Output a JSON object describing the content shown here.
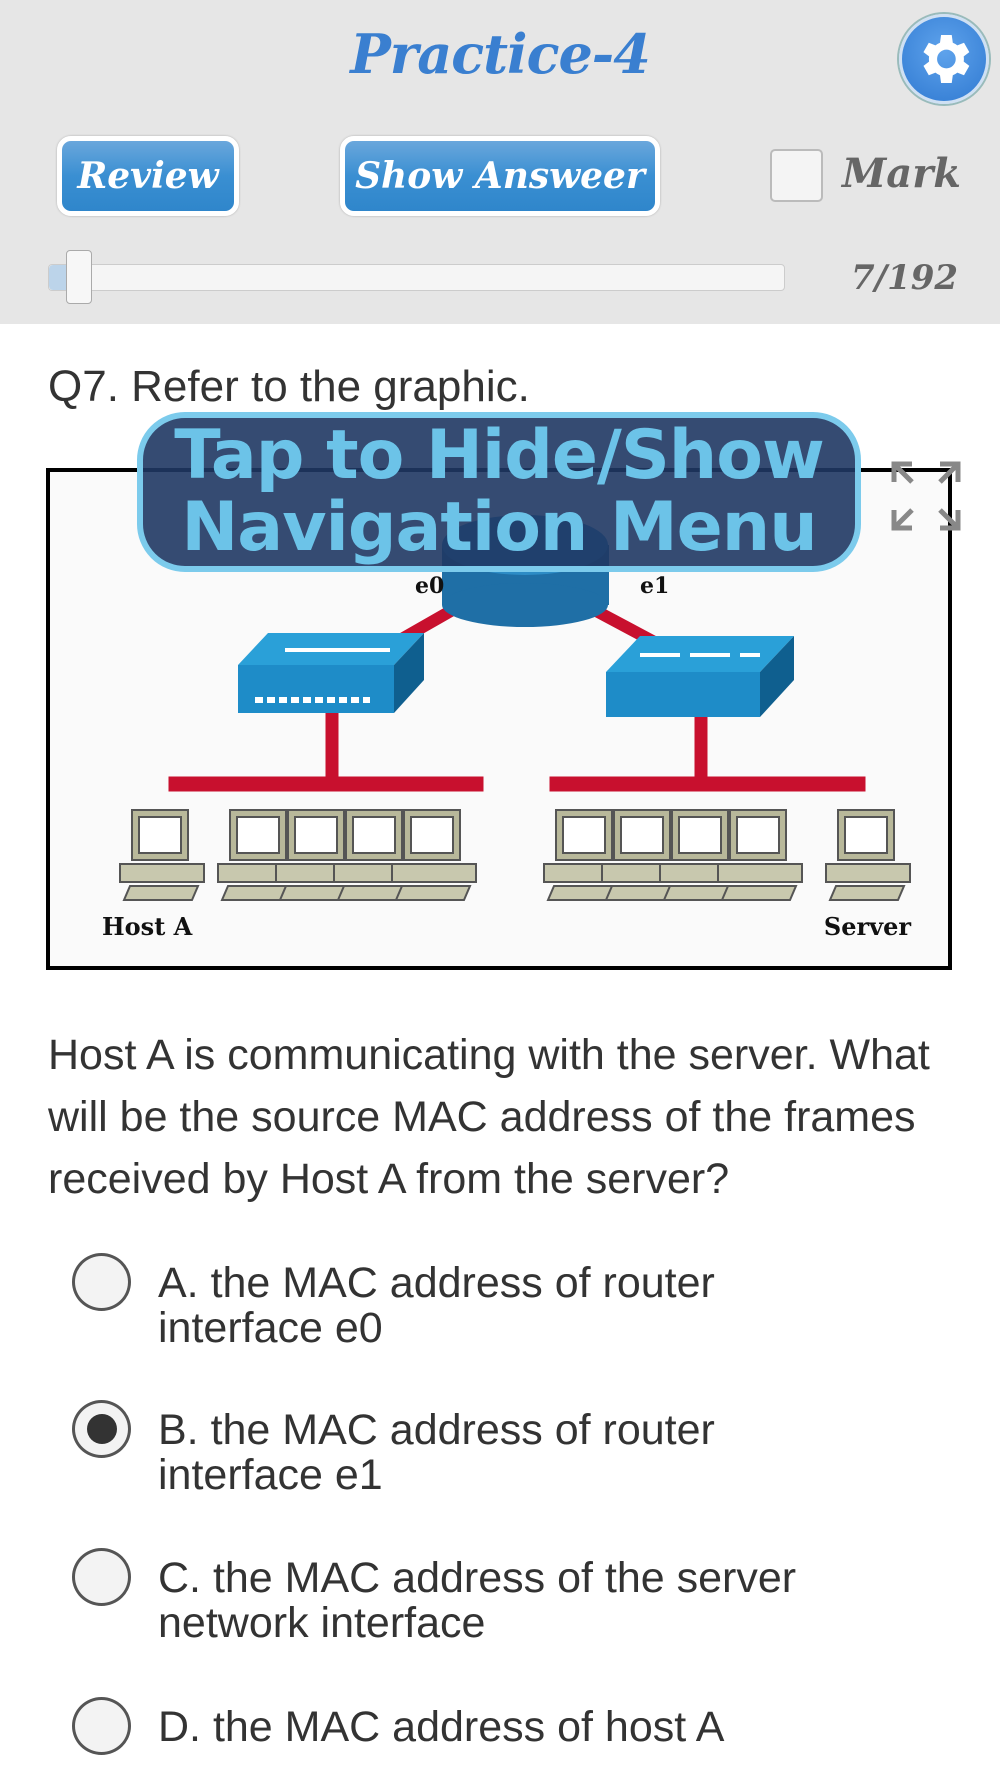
{
  "header": {
    "title": "Practice-4",
    "settings_icon": "gear-icon",
    "review_label": "Review",
    "show_answer_label": "Show Answeer",
    "mark_label": "Mark",
    "mark_checked": false,
    "progress_text": "7/192",
    "progress_value": 7,
    "progress_total": 192
  },
  "overlay": {
    "line1": "Tap to Hide/Show",
    "line2": "Navigation Menu"
  },
  "question": {
    "number": "Q7.",
    "intro": "Refer to the graphic.",
    "text": "Host A is communicating with the server. What will be the source MAC address of the frames received by Host A from the server?",
    "figure": {
      "label_e0": "e0",
      "label_e1": "e1",
      "label_host": "Host A",
      "label_server": "Server",
      "expand_icon": "expand-icon"
    }
  },
  "options": [
    {
      "text": "A. the MAC address of router interface e0",
      "selected": false
    },
    {
      "text": "B. the MAC address of router interface e1",
      "selected": true
    },
    {
      "text": "C. the MAC address of the server network interface",
      "selected": false
    },
    {
      "text": "D. the MAC address of host A",
      "selected": false
    }
  ],
  "colors": {
    "accent": "#3a7fd0",
    "overlay_text": "#6cc3e8",
    "link_red": "#c8102e"
  }
}
